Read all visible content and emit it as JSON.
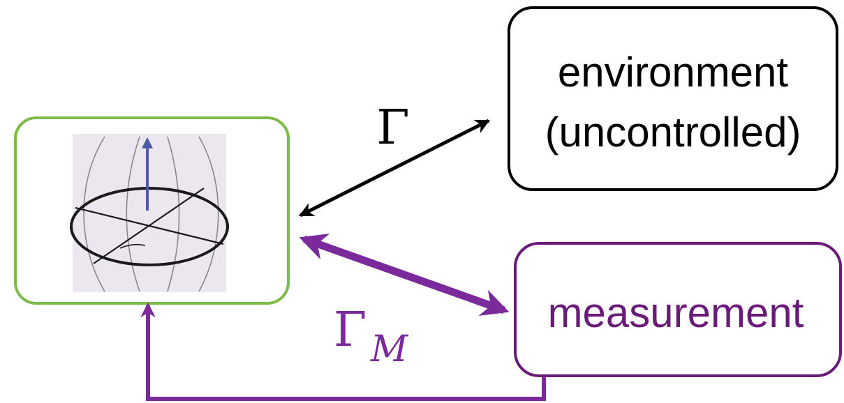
{
  "nodes": {
    "environment": {
      "line1": "environment",
      "line2": "(uncontrolled)"
    },
    "measurement": {
      "label": "measurement"
    }
  },
  "links": {
    "gamma": {
      "symbol": "Γ"
    },
    "gamma_m": {
      "symbol": "Γ",
      "subscript": "M"
    }
  },
  "colors": {
    "qubit_border": "#7dbb48",
    "environment_border": "#000000",
    "measurement": "#6a1b7a",
    "measurement_arrow": "#7a2a9a",
    "gamma_arrow": "#000000",
    "bloch_vector": "#4a5aa8",
    "bloch_background": "#ece6ef"
  },
  "icons": {
    "qubit": "bloch-sphere-icon"
  }
}
